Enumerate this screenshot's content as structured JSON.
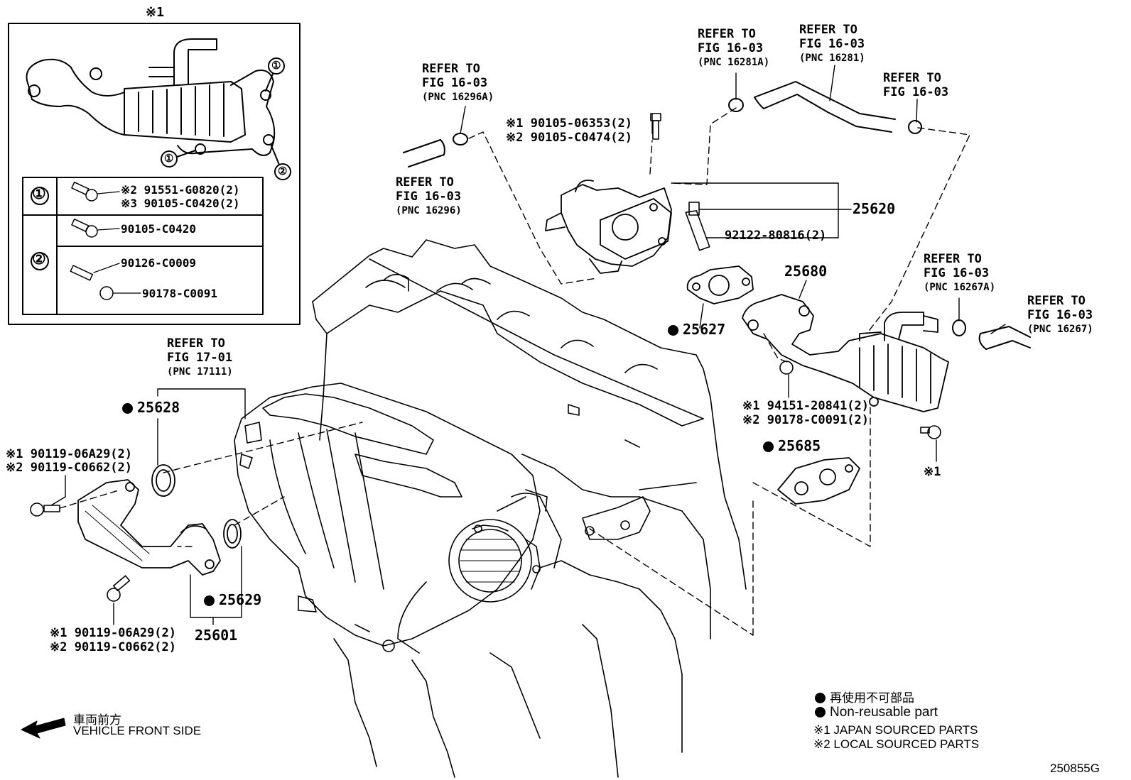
{
  "inset": {
    "title": "※1",
    "rows": [
      {
        "marker": "①",
        "parts": [
          "※2 91551-G0820(2)",
          "※3 90105-C0420(2)",
          "90105-C0420"
        ]
      },
      {
        "marker": "②",
        "parts": [
          "90126-C0009",
          "90178-C0091"
        ]
      }
    ],
    "callouts": [
      "①",
      "①",
      "②"
    ]
  },
  "refs": {
    "r_16296A": {
      "line1": "REFER TO",
      "line2": "FIG 16-03",
      "pnc": "(PNC 16296A)"
    },
    "r_16296": {
      "line1": "REFER TO",
      "line2": "FIG 16-03",
      "pnc": "(PNC 16296)"
    },
    "r_16281A": {
      "line1": "REFER TO",
      "line2": "FIG 16-03",
      "pnc": "(PNC 16281A)"
    },
    "r_16281": {
      "line1": "REFER TO",
      "line2": "FIG 16-03",
      "pnc": "(PNC 16281)"
    },
    "r_plain": {
      "line1": "REFER TO",
      "line2": "FIG 16-03"
    },
    "r_16267A": {
      "line1": "REFER TO",
      "line2": "FIG 16-03",
      "pnc": "(PNC 16267A)"
    },
    "r_16267": {
      "line1": "REFER TO",
      "line2": "FIG 16-03",
      "pnc": "(PNC 16267)"
    },
    "r_17111": {
      "line1": "REFER TO",
      "line2": "FIG 17-01",
      "pnc": "(PNC 17111)"
    }
  },
  "parts": {
    "bolt_top_1": "※1 90105-06353(2)",
    "bolt_top_2": "※2 90105-C0474(2)",
    "p25620": "25620",
    "p92122": "92122-80816(2)",
    "p25680": "25680",
    "p25627": "25627",
    "nut_1": "※1 94151-20841(2)",
    "nut_2": "※2 90178-C0091(2)",
    "p25685": "25685",
    "star1": "※1",
    "p25628": "25628",
    "bolt_left_1": "※1 90119-06A29(2)",
    "bolt_left_2": "※2 90119-C0662(2)",
    "p25629": "25629",
    "p25601": "25601",
    "bolt_bottom_1": "※1 90119-06A29(2)",
    "bolt_bottom_2": "※2 90119-C0662(2)"
  },
  "legend": {
    "jp": "再使用不可部品",
    "en": "Non-reusable part",
    "s1": "※1  JAPAN SOURCED PARTS",
    "s2": "※2  LOCAL SOURCED PARTS"
  },
  "front": {
    "jp": "車両前方",
    "en": "VEHICLE FRONT SIDE"
  },
  "diagram_id": "250855G"
}
